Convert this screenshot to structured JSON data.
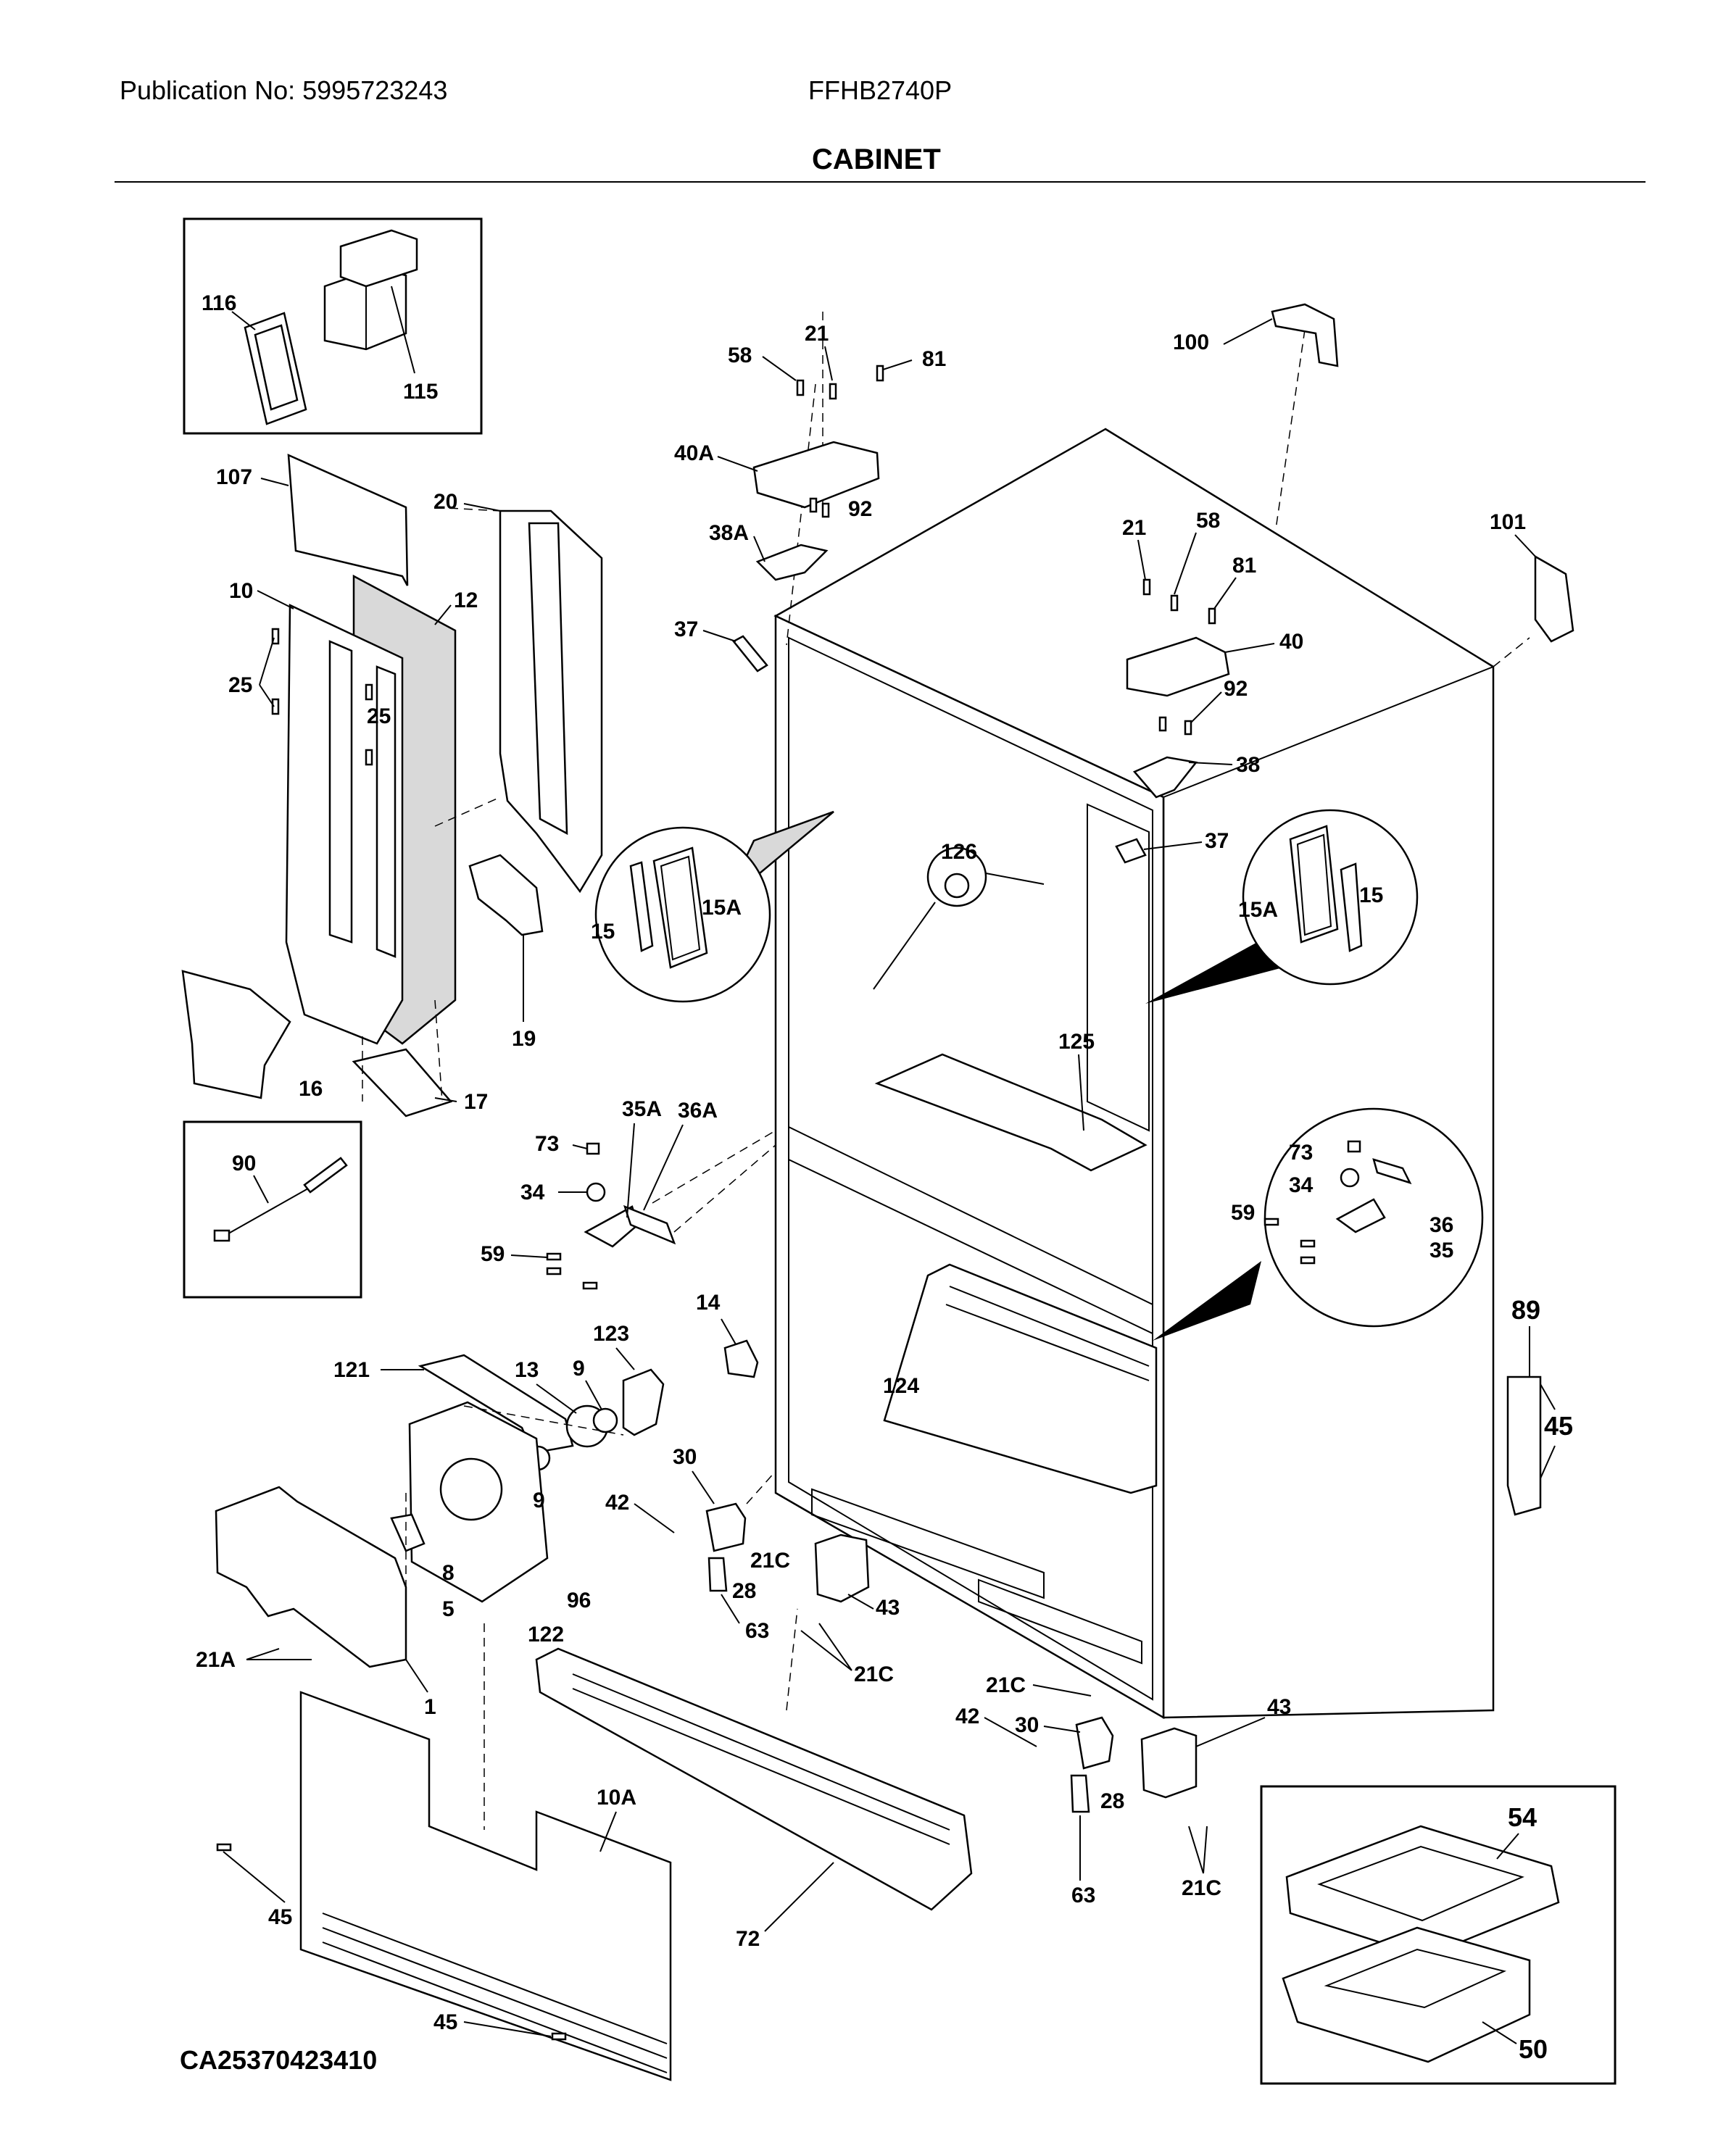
{
  "header": {
    "publication": "Publication No: 5995723243",
    "model": "FFHB2740P",
    "section": "CABINET"
  },
  "footer": {
    "catalog_code": "CA25370423410"
  },
  "callouts": {
    "c116": "116",
    "c115": "115",
    "c107": "107",
    "c20": "20",
    "c10": "10",
    "c12": "12",
    "c25a": "25",
    "c25b": "25",
    "c19": "19",
    "c16": "16",
    "c17": "17",
    "c90": "90",
    "c58a": "58",
    "c21a": "21",
    "c81a": "81",
    "c40A": "40A",
    "c92a": "92",
    "c38A": "38A",
    "c37a": "37",
    "c100": "100",
    "c101": "101",
    "c21b": "21",
    "c58b": "58",
    "c81b": "81",
    "c40": "40",
    "c92b": "92",
    "c38": "38",
    "c37b": "37",
    "c126": "126",
    "c15a": "15",
    "c15Aa": "15A",
    "c15Ab": "15A",
    "c15b": "15",
    "c125": "125",
    "c73a": "73",
    "c35A": "35A",
    "c36A": "36A",
    "c34a": "34",
    "c59a": "59",
    "c73b": "73",
    "c34b": "34",
    "c59b": "59",
    "c36": "36",
    "c35": "35",
    "c14": "14",
    "c89": "89",
    "c45a": "45",
    "c121": "121",
    "c13": "13",
    "c9a": "9",
    "c123": "123",
    "c124": "124",
    "c30a": "30",
    "c42a": "42",
    "c9b": "9",
    "c21Ca": "21C",
    "c28a": "28",
    "c63a": "63",
    "c43a": "43",
    "c21Cb": "21C",
    "c8": "8",
    "c5": "5",
    "c96": "96",
    "c122": "122",
    "c21A": "21A",
    "c1": "1",
    "c21Cc": "21C",
    "c42b": "42",
    "c30b": "30",
    "c43b": "43",
    "c28b": "28",
    "c63b": "63",
    "c21Cd": "21C",
    "c54": "54",
    "c50": "50",
    "c10A": "10A",
    "c72": "72",
    "c45b": "45",
    "c45c": "45"
  }
}
